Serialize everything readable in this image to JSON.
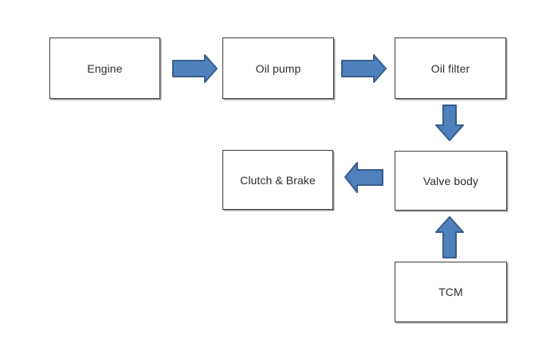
{
  "diagram": {
    "type": "flowchart",
    "nodes": [
      {
        "id": "engine",
        "label": "Engine"
      },
      {
        "id": "oil-pump",
        "label": "Oil pump"
      },
      {
        "id": "oil-filter",
        "label": "Oil filter"
      },
      {
        "id": "clutch-brake",
        "label": "Clutch & Brake"
      },
      {
        "id": "valve-body",
        "label": "Valve body"
      },
      {
        "id": "tcm",
        "label": "TCM"
      }
    ],
    "edges": [
      {
        "from": "engine",
        "to": "oil-pump",
        "direction": "right"
      },
      {
        "from": "oil-pump",
        "to": "oil-filter",
        "direction": "right"
      },
      {
        "from": "oil-filter",
        "to": "valve-body",
        "direction": "down"
      },
      {
        "from": "valve-body",
        "to": "clutch-brake",
        "direction": "left"
      },
      {
        "from": "tcm",
        "to": "valve-body",
        "direction": "up"
      }
    ],
    "colors": {
      "arrow_fill": "#4f81bd",
      "arrow_stroke": "#385d8a",
      "box_fill": "#ffffff",
      "box_border": "#3d3d3d",
      "text": "#2e2e2e",
      "background": "#ffffff"
    }
  }
}
